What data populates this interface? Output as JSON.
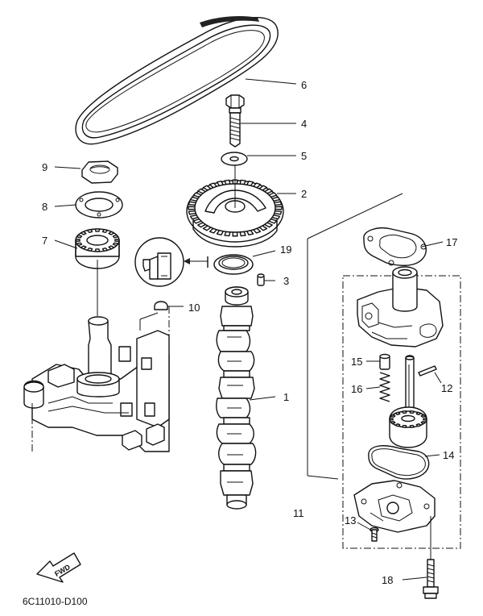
{
  "diagram": {
    "drawing_code": "6C11010-D100",
    "fwd_label": "FWD",
    "callouts": [
      {
        "id": "1",
        "label": "1"
      },
      {
        "id": "2",
        "label": "2"
      },
      {
        "id": "3",
        "label": "3"
      },
      {
        "id": "4",
        "label": "4"
      },
      {
        "id": "5",
        "label": "5"
      },
      {
        "id": "6",
        "label": "6"
      },
      {
        "id": "7",
        "label": "7"
      },
      {
        "id": "8",
        "label": "8"
      },
      {
        "id": "9",
        "label": "9"
      },
      {
        "id": "10",
        "label": "10"
      },
      {
        "id": "11",
        "label": "11"
      },
      {
        "id": "12",
        "label": "12"
      },
      {
        "id": "13",
        "label": "13"
      },
      {
        "id": "14",
        "label": "14"
      },
      {
        "id": "15",
        "label": "15"
      },
      {
        "id": "16",
        "label": "16"
      },
      {
        "id": "17",
        "label": "17"
      },
      {
        "id": "18",
        "label": "18"
      },
      {
        "id": "19",
        "label": "19"
      }
    ]
  }
}
